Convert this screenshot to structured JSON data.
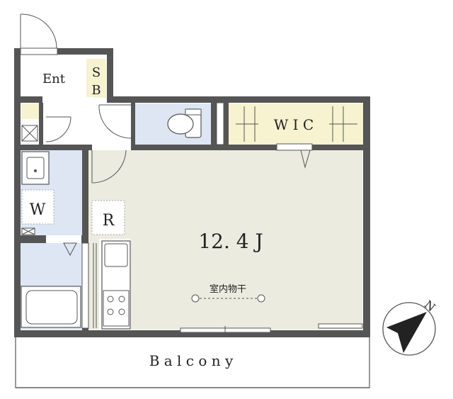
{
  "colors": {
    "wall": "#555555",
    "room_fill": "#ecebdf",
    "wet_fill": "#dde6f2",
    "wic_fill": "#f7f2cf",
    "sb_fill": "#f7f2cf",
    "line": "#555555",
    "label_box": "#ffffff"
  },
  "rooms": {
    "entrance": "Ent",
    "shoebox_top": "S",
    "shoebox_bottom": "B",
    "wic": "W I C",
    "washer": "W",
    "refrigerator": "R",
    "main_room": "12. 4 J",
    "laundry_pole": "室内物干",
    "balcony": "B a l c o n y"
  },
  "compass": {
    "north": "N",
    "icon": "compass-arrow-icon"
  }
}
